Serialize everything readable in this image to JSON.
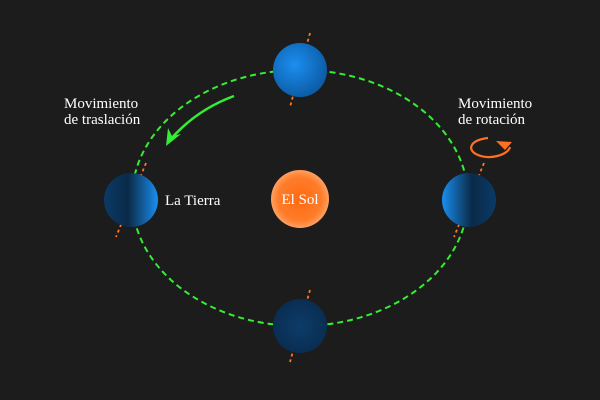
{
  "labels": {
    "translation_line1": "Movimiento",
    "translation_line2": "de traslación",
    "rotation_line1": "Movimiento",
    "rotation_line2": "de rotación",
    "earth": "La Tierra",
    "sun": "El Sol"
  },
  "colors": {
    "background": "#1c1c1c",
    "orbit": "#33ee33",
    "axis": "#ff7722",
    "sun": "#ff7020",
    "earth_light": "#1a8cf0",
    "earth_dark": "#0a2a4a"
  }
}
